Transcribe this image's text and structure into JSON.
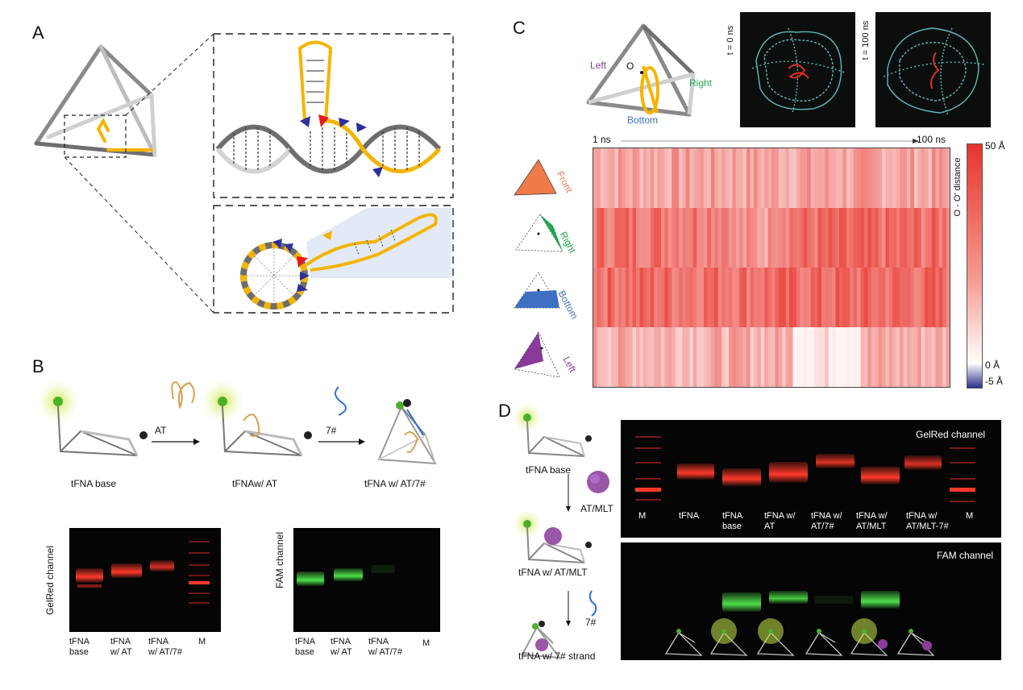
{
  "panels": {
    "a": "A",
    "b": "B",
    "c": "C",
    "d": "D"
  },
  "panel_c": {
    "time_start": "t = 0 ns",
    "time_end": "t = 100 ns",
    "vertex_label": "O",
    "face_labels": {
      "left": "Left",
      "right": "Right",
      "bottom": "Bottom"
    },
    "axis_start": "1 ns",
    "axis_end": "100 ns",
    "rows": [
      "Front",
      "Right",
      "Bottom",
      "Left"
    ],
    "colorbar_title": "O - O' distance",
    "colorbar_ticks": [
      "50 Å",
      "0 Å",
      "-5 Å"
    ],
    "colors": {
      "front": "#f07a4a",
      "right": "#1fa84a",
      "bottom": "#3f6fc1",
      "left": "#8a3a98",
      "heat_high": "#e8342c",
      "heat_low": "#ffffff",
      "heat_neg": "#2c2f8c"
    }
  },
  "panel_b": {
    "reagent_1": "AT",
    "reagent_2": "7#",
    "stage_labels": [
      "tFNA base",
      "tFNAw/ AT",
      "tFNA w/ AT/7#"
    ],
    "gel_left_axis": "GelRed channel",
    "gel_right_axis": "FAM channel",
    "lanes_left": [
      "tFNA\nbase",
      "tFNA\nw/ AT",
      "tFNA\nw/ AT/7#",
      "M"
    ],
    "lanes_right": [
      "tFNA\nbase",
      "tFNA\nw/ AT",
      "tFNA\nw/ AT/7#",
      "M"
    ]
  },
  "panel_d": {
    "stage_labels": [
      "tFNA base",
      "tFNA w/ AT/MLT",
      "tFNA w/ 7# strand"
    ],
    "reagent_1": "AT/MLT",
    "reagent_2": "7#",
    "gel_top_title": "GelRed channel",
    "gel_bottom_title": "FAM channel",
    "lanes": [
      "M",
      "tFNA",
      "tFNA\nbase",
      "tFNA w/\nAT",
      "tFNA w/\nAT/7#",
      "tFNA w/\nAT/MLT",
      "tFNA w/\nAT/MLT-7#",
      "M"
    ]
  }
}
